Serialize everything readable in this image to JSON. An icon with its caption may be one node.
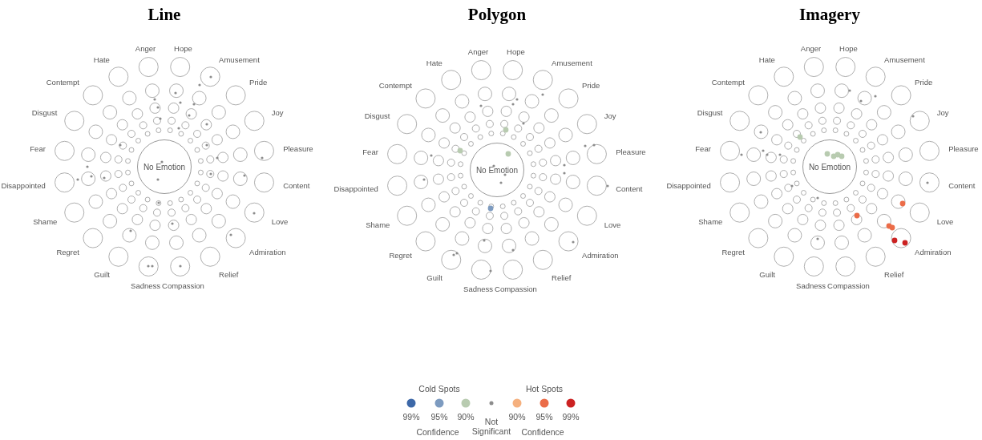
{
  "diagram": {
    "nodes": [
      {
        "text": [
          "No Emotion"
        ]
      },
      {
        "text": [
          "No Emotion"
        ]
      },
      {
        "text": [
          "No Emotion"
        ]
      }
    ],
    "labels": [
      "Line",
      "Polygon",
      "Imagery",
      "Anger",
      "Hope",
      "Amusement",
      "Pride",
      "Joy",
      "Pleasure",
      "Content",
      "Love",
      "Admiration",
      "Relief",
      "Compassion",
      "Sadness",
      "Guilt",
      "Regret",
      "Shame",
      "Disappointed",
      "Fear",
      "Disgust",
      "Contempt",
      "Hate",
      "Anger",
      "Hope",
      "Amusement",
      "Pride",
      "Joy",
      "Pleasure",
      "Content",
      "Love",
      "Admiration",
      "Relief",
      "Compassion",
      "Sadness",
      "Guilt",
      "Regret",
      "Shame",
      "Disappointed",
      "Fear",
      "Disgust",
      "Contempt",
      "Hate",
      "Anger",
      "Hope",
      "Amusement",
      "Pride",
      "Joy",
      "Pleasure",
      "Content",
      "Love",
      "Admiration",
      "Relief",
      "Compassion",
      "Sadness",
      "Guilt",
      "Regret",
      "Shame",
      "Disappointed",
      "Fear",
      "Disgust",
      "Contempt",
      "Hate",
      "Cold Spots",
      "Hot Spots",
      "Confidence",
      "Confidence"
    ],
    "legend": [
      {
        "text": "99%",
        "color": "#3d68a8"
      },
      {
        "text": "95%",
        "color": "#7d9bc0"
      },
      {
        "text": "90%",
        "color": "#b8cbb0"
      },
      {
        "text": "Not Significant",
        "color": "#8c8c8c"
      },
      {
        "text": "90%",
        "color": "#f5b07e"
      },
      {
        "text": "95%",
        "color": "#eb6c48"
      },
      {
        "text": "99%",
        "color": "#cc2222"
      }
    ]
  }
}
